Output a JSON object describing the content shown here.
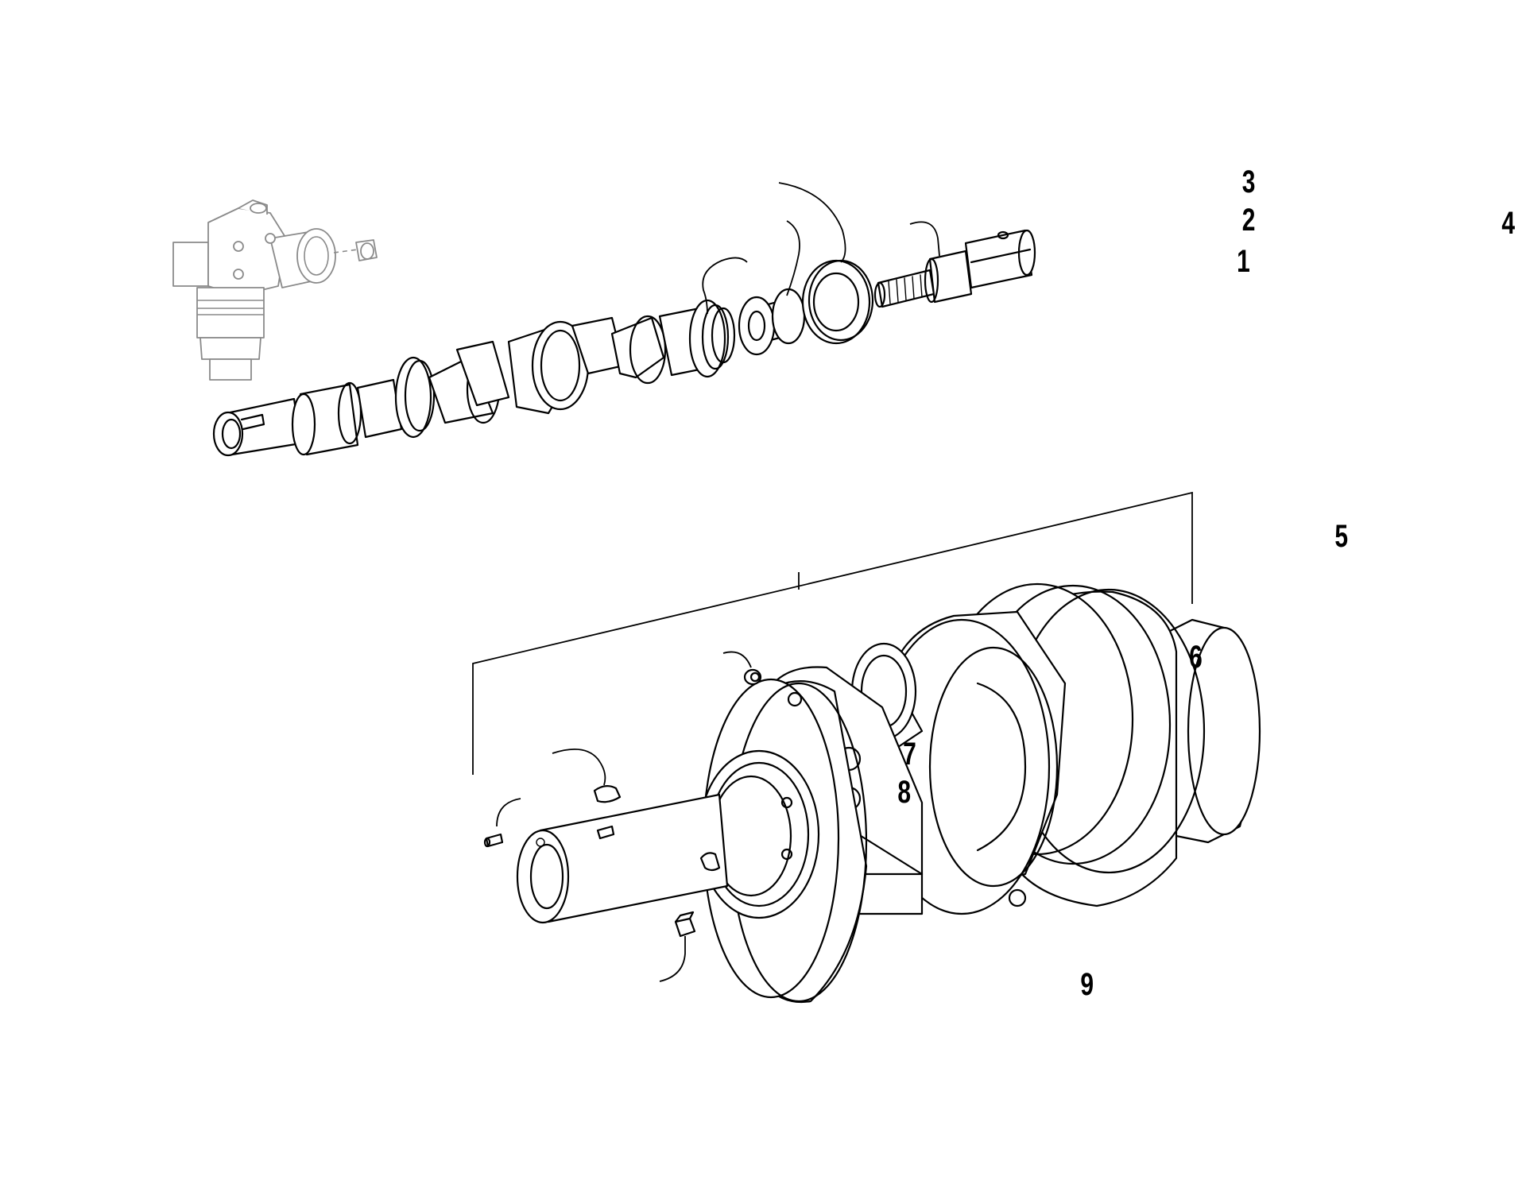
{
  "callouts": {
    "c1": "1",
    "c2": "2",
    "c3": "3",
    "c4": "4",
    "c5": "5",
    "c6": "6",
    "c7": "7",
    "c8": "8",
    "c9": "9"
  }
}
